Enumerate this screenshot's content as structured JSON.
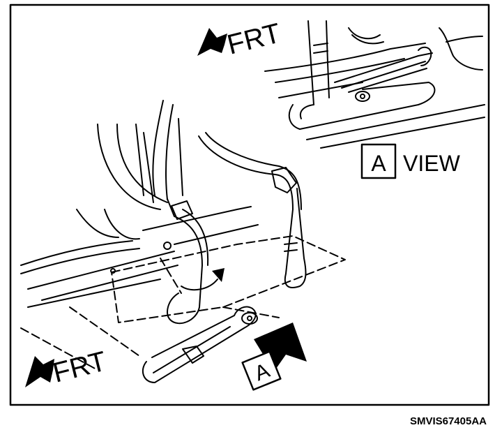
{
  "labels": {
    "frt_top": "FRT",
    "frt_bottom": "FRT",
    "view_box_letter": "A",
    "view_text": "VIEW",
    "arrow_box_letter": "A",
    "figure_code": "SMVIS67405AA"
  },
  "colors": {
    "ink": "#000000",
    "paper": "#ffffff"
  }
}
